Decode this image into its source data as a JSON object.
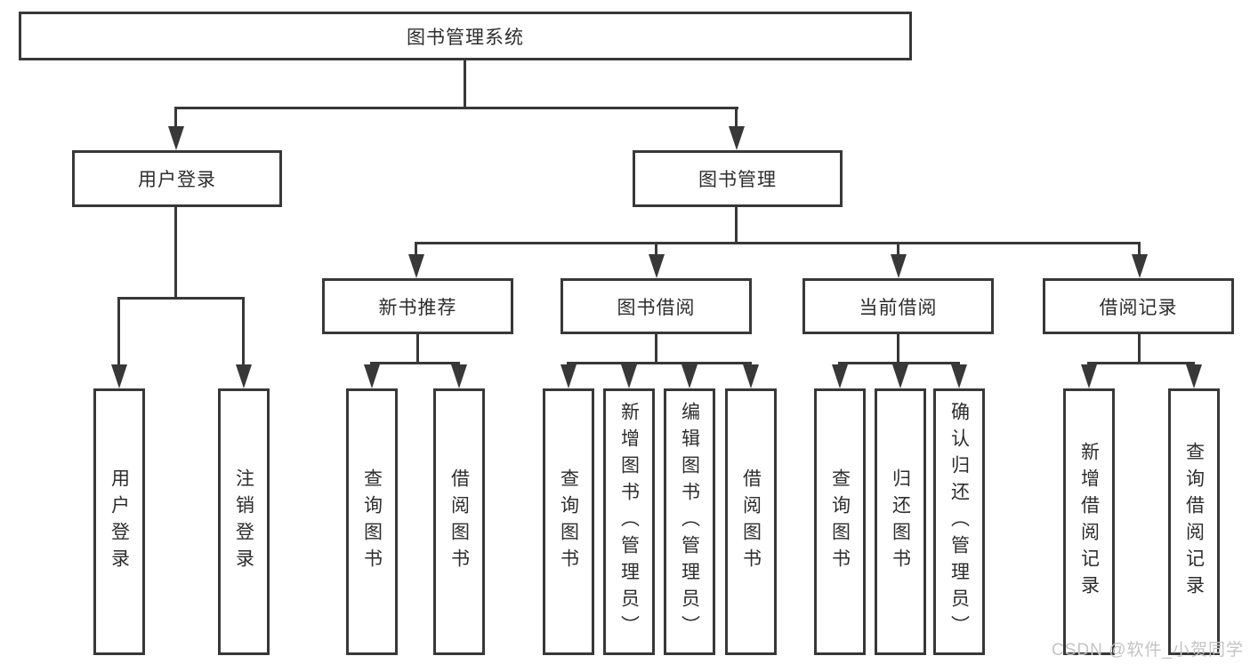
{
  "nodes": {
    "root": "图书管理系统",
    "user_login": "用户登录",
    "book_mgmt": "图书管理",
    "new_books": "新书推荐",
    "book_borrow": "图书借阅",
    "current_borrow": "当前借阅",
    "borrow_records": "借阅记录"
  },
  "leaves": {
    "user_login": [
      "用户登录",
      "注销登录"
    ],
    "new_books": [
      "查询图书",
      "借阅图书"
    ],
    "book_borrow": [
      "查询图书",
      "新增图书（管理员）",
      "编辑图书（管理员）",
      "借阅图书"
    ],
    "current_borrow": [
      "查询图书",
      "归还图书",
      "确认归还（管理员）"
    ],
    "borrow_records": [
      "新增借阅记录",
      "查询借阅记录"
    ]
  },
  "watermark": "CSDN @软件_小贺同学",
  "colors": {
    "line": "#383838",
    "text": "#2d2d2d",
    "box_background": "#ffffff",
    "page_background": "#ffffff",
    "watermark": "#c4c4c4"
  }
}
